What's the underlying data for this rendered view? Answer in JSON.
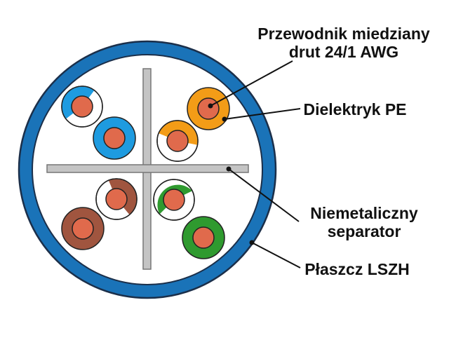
{
  "labels": {
    "conductor_line1": "Przewodnik miedziany",
    "conductor_line2": "drut 24/1 AWG",
    "dielectric": "Dielektryk PE",
    "separator_line1": "Niemetaliczny",
    "separator_line2": "separator",
    "jacket": "Płaszcz LSZH"
  },
  "colors": {
    "jacket": "#1a73b8",
    "jacket_outline": "#1b2f4a",
    "separator": "#c4c4c4",
    "copper": "#e06a4c",
    "blue": "#1e9be0",
    "orange": "#f39c17",
    "brown": "#a0553f",
    "green": "#2f9a2f",
    "white": "#ffffff",
    "leader": "#111111"
  }
}
